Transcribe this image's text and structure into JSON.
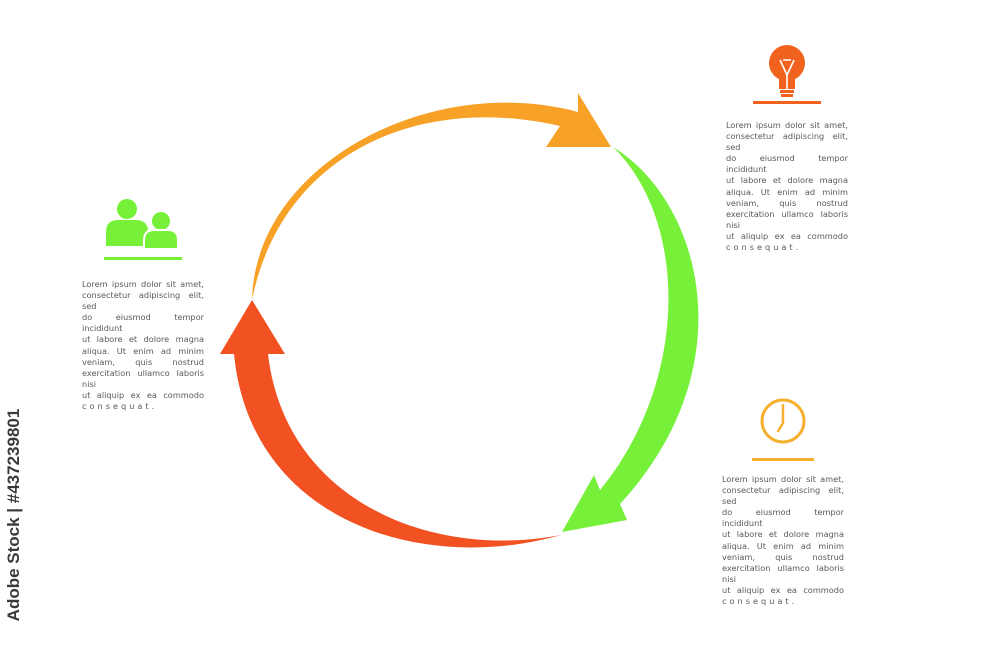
{
  "colors": {
    "orange": "#F7A127",
    "green": "#77F03A",
    "red": "#F25122",
    "bulb": "#F0621E",
    "clock": "#F5B030",
    "people": "#77F03A"
  },
  "icons": {
    "bulb": "lightbulb-icon",
    "clock": "clock-icon",
    "people": "people-icon"
  },
  "blocks": {
    "top_right": {
      "lines": [
        "Lorem ipsum dolor sit amet,",
        "consectetur adipiscing elit, sed",
        "do eiusmod tempor incididunt",
        "ut labore et dolore magna",
        "aliqua. Ut enim ad minim",
        "veniam, quis nostrud",
        "exercitation ullamco laboris nisi",
        "ut aliquip ex ea commodo",
        "consequat."
      ]
    },
    "left": {
      "lines": [
        "Lorem ipsum dolor sit amet,",
        "consectetur adipiscing elit, sed",
        "do eiusmod tempor incididunt",
        "ut labore et dolore magna",
        "aliqua. Ut enim ad minim",
        "veniam, quis nostrud",
        "exercitation ullamco laboris nisi",
        "ut aliquip ex ea commodo",
        "consequat."
      ]
    },
    "bottom_right": {
      "lines": [
        "Lorem ipsum dolor sit amet,",
        "consectetur adipiscing elit, sed",
        "do eiusmod tempor incididunt",
        "ut labore et dolore magna",
        "aliqua. Ut enim ad minim",
        "veniam, quis nostrud",
        "exercitation ullamco laboris nisi",
        "ut aliquip ex ea commodo",
        "consequat."
      ]
    }
  },
  "watermark": {
    "text": "Adobe Stock | #437239801"
  }
}
